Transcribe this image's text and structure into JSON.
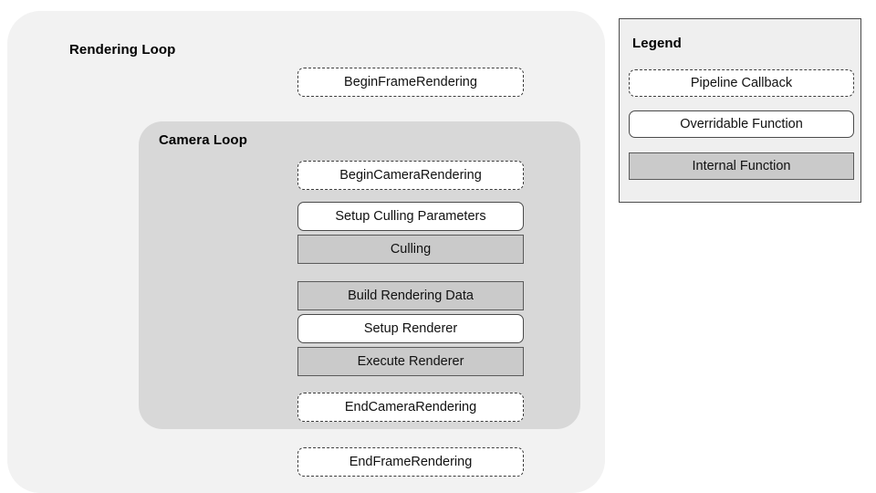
{
  "diagram": {
    "outer_panel": {
      "title": "Rendering Loop",
      "background_color": "#f2f2f2"
    },
    "inner_panel": {
      "title": "Camera Loop",
      "background_color": "#d8d8d8"
    },
    "nodes": [
      {
        "label": "BeginFrameRendering",
        "type": "callback",
        "scope": "rendering-loop"
      },
      {
        "label": "BeginCameraRendering",
        "type": "callback",
        "scope": "camera-loop"
      },
      {
        "label": "Setup Culling Parameters",
        "type": "overridable",
        "scope": "camera-loop"
      },
      {
        "label": "Culling",
        "type": "internal",
        "scope": "camera-loop"
      },
      {
        "label": "Build Rendering Data",
        "type": "internal",
        "scope": "camera-loop"
      },
      {
        "label": "Setup Renderer",
        "type": "overridable",
        "scope": "camera-loop"
      },
      {
        "label": "Execute Renderer",
        "type": "internal",
        "scope": "camera-loop"
      },
      {
        "label": "EndCameraRendering",
        "type": "callback",
        "scope": "camera-loop"
      },
      {
        "label": "EndFrameRendering",
        "type": "callback",
        "scope": "rendering-loop"
      }
    ]
  },
  "legend": {
    "title": "Legend",
    "items": [
      {
        "label": "Pipeline Callback",
        "type": "callback",
        "fill": "#ffffff",
        "border": "dashed"
      },
      {
        "label": "Overridable Function",
        "type": "overridable",
        "fill": "#ffffff",
        "border": "solid-rounded"
      },
      {
        "label": "Internal Function",
        "type": "internal",
        "fill": "#cacaca",
        "border": "solid-square"
      }
    ]
  }
}
